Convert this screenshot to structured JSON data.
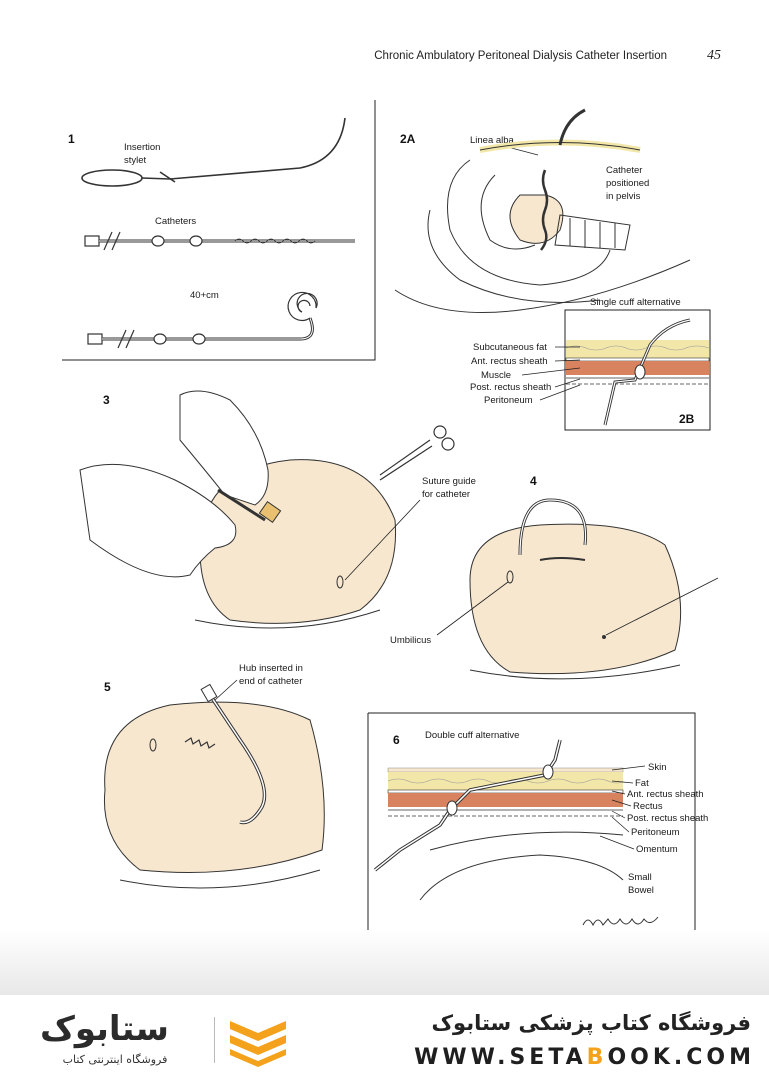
{
  "header": {
    "running_title": "Chronic Ambulatory Peritoneal Dialysis Catheter Insertion",
    "page_number": "45"
  },
  "figures": {
    "fig1": {
      "number": "1",
      "insertion_stylet": [
        "Insertion",
        "stylet"
      ],
      "catheters": "Catheters",
      "length": "40+cm"
    },
    "fig2a": {
      "number": "2A",
      "linea_alba": "Linea alba",
      "catheter_positioned": [
        "Catheter",
        "positioned",
        "in pelvis"
      ]
    },
    "fig2b": {
      "number": "2B",
      "title": "Single cuff alternative",
      "layers": [
        "Subcutaneous fat",
        "Ant. rectus sheath",
        "Muscle",
        "Post. rectus sheath",
        "Peritoneum"
      ]
    },
    "fig3": {
      "number": "3",
      "suture_guide": [
        "Suture guide",
        "for catheter"
      ]
    },
    "fig4": {
      "number": "4",
      "umbilicus": "Umbilicus"
    },
    "fig5": {
      "number": "5",
      "hub_inserted": [
        "Hub inserted in",
        "end of catheter"
      ]
    },
    "fig6": {
      "number": "6",
      "title": "Double cuff alternative",
      "layers": [
        "Skin",
        "Fat",
        "Ant. rectus sheath",
        "Rectus",
        "Post. rectus sheath",
        "Peritoneum",
        "Omentum",
        "Small",
        "Bowel"
      ]
    }
  },
  "footer": {
    "store_name": "فروشگاه کتاب پزشکی ستابوک",
    "url_part1": "WWW.SETA",
    "url_accent": "B",
    "url_part2": "OOK.COM",
    "logo_wordmark": "ستابوک",
    "logo_tagline": "فروشگاه اینترنتی کتاب"
  },
  "colors": {
    "skin": "#f7e7cf",
    "fat": "#f2e7a8",
    "muscle": "#d9825f",
    "logo_accent": "#f4a21b"
  }
}
